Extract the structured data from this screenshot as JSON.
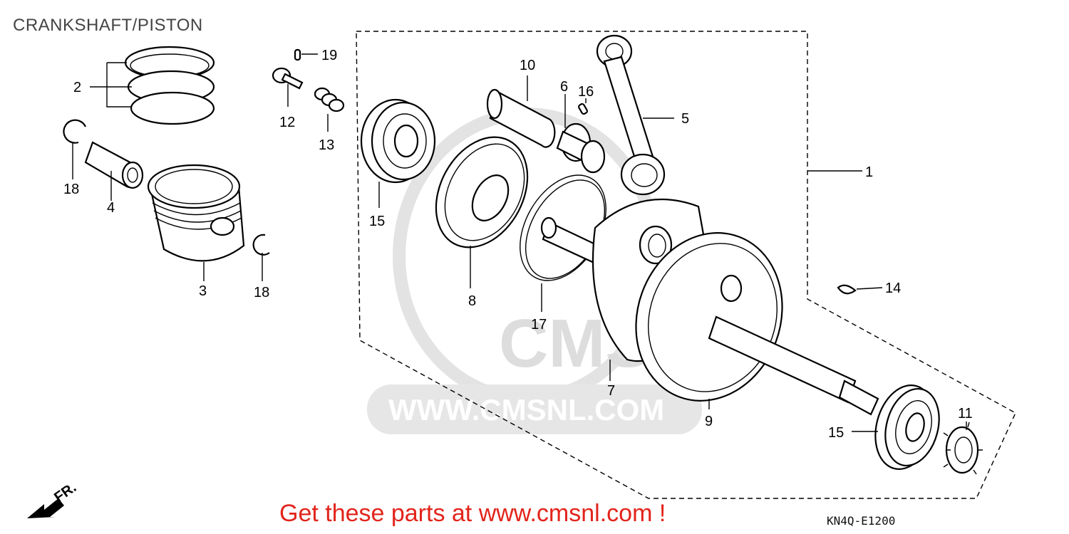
{
  "header": {
    "title": "CRANKSHAFT/PISTON"
  },
  "footer": {
    "cta": "Get these parts at www.cmsnl.com !",
    "drawing_code": "KN4Q-E1200"
  },
  "watermark": {
    "logo_text": "CMS",
    "url_text": "WWW.CMSNL.COM",
    "color": "#d9d9d9"
  },
  "front_indicator": {
    "label": "FR."
  },
  "callouts": {
    "c1": "1",
    "c2": "2",
    "c3": "3",
    "c4": "4",
    "c5": "5",
    "c6": "6",
    "c7": "7",
    "c8": "8",
    "c9": "9",
    "c10": "10",
    "c11": "11",
    "c12": "12",
    "c13": "13",
    "c14": "14",
    "c15a": "15",
    "c15b": "15",
    "c16": "16",
    "c17": "17",
    "c18a": "18",
    "c18b": "18",
    "c19": "19"
  },
  "colors": {
    "cta": "#e2241b",
    "ink": "#000000",
    "watermark": "#d9d9d9"
  }
}
